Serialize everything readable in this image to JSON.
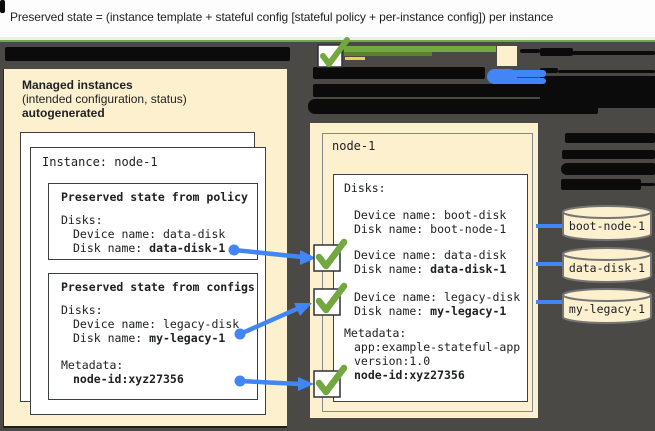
{
  "colors": {
    "cream": "#FCF0CE",
    "dark-bg": "#4B4946",
    "bar-black": "#0B0B0B",
    "blue": "#4285F4",
    "green": "#73A73F",
    "green-dark": "#5F7F31",
    "yellow": "#E5D44C",
    "disk-border": "#757575"
  },
  "header": {
    "title": "Preserved state = (instance template + stateful config [stateful policy + per-instance config]) per instance"
  },
  "left_panel": {
    "heading": "Managed instances",
    "subheading": "(intended configuration, status)",
    "subheading2": "autogenerated",
    "instance_title": "Instance: node-1",
    "policy_box": {
      "title": "Preserved state from policy",
      "disks_label": "Disks:",
      "device_line": "Device name: data-disk",
      "disk_label": "Disk name: ",
      "disk_value": "data-disk-1"
    },
    "configs_box": {
      "title": "Preserved state from configs",
      "disks_label": "Disks:",
      "device_line": "Device name: legacy-disk",
      "disk_label": "Disk name: ",
      "disk_value": "my-legacy-1",
      "metadata_label": "Metadata:",
      "metadata_value": "node-id:xyz27356"
    }
  },
  "right_panel": {
    "node_title": "node-1",
    "disks_label": "Disks:",
    "boot": {
      "device_line": "Device name: boot-disk",
      "disk_label": "Disk name: ",
      "disk_value": "boot-node-1"
    },
    "data": {
      "device_line": "Device name: data-disk",
      "disk_label": "Disk name: ",
      "disk_value": "data-disk-1"
    },
    "legacy": {
      "device_line": "Device name: legacy-disk",
      "disk_label": "Disk name: ",
      "disk_value": "my-legacy-1"
    },
    "metadata_label": "Metadata:",
    "metadata_line1": "app:example-stateful-app",
    "metadata_line2": "version:1.0",
    "metadata_bold": "node-id:xyz27356"
  },
  "disks": [
    {
      "label": "boot-node-1"
    },
    {
      "label": "data-disk-1"
    },
    {
      "label": "my-legacy-1"
    }
  ]
}
